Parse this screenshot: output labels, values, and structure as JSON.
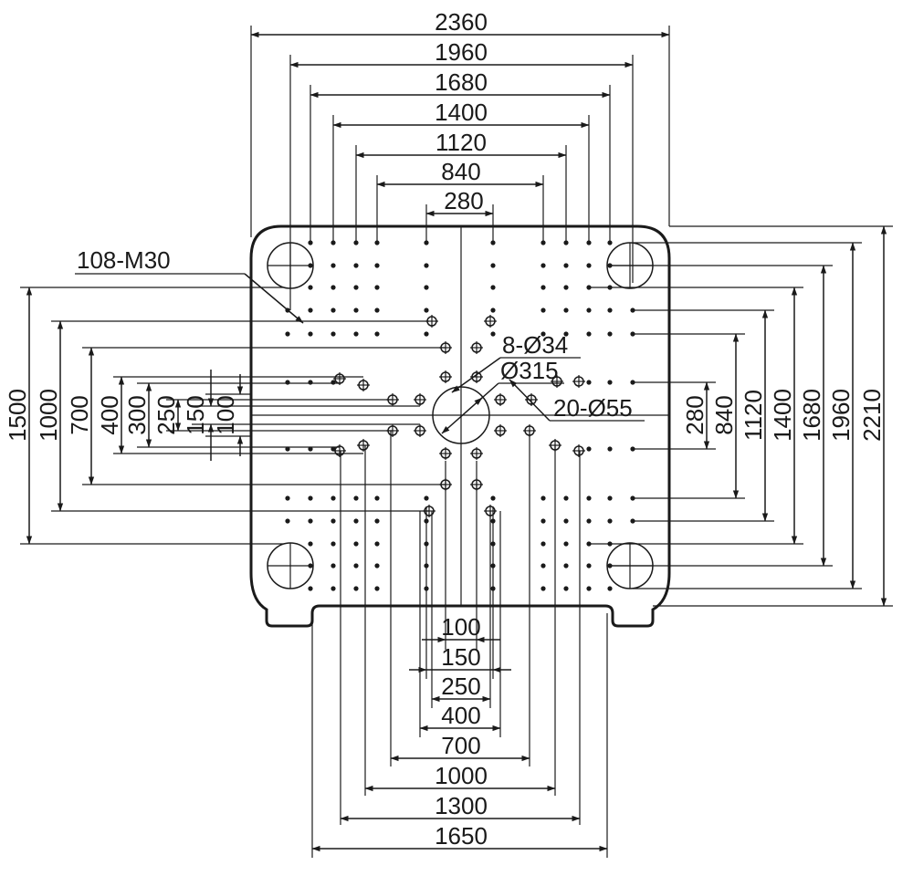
{
  "drawing": {
    "top_dims": [
      "2360",
      "1960",
      "1680",
      "1400",
      "1120",
      "840",
      "280"
    ],
    "bottom_dims": [
      "100",
      "150",
      "250",
      "400",
      "700",
      "1000",
      "1300",
      "1650"
    ],
    "left_dims": [
      "1500",
      "1000",
      "700",
      "400",
      "300",
      "250",
      "150",
      "100"
    ],
    "right_dims": [
      "280",
      "840",
      "1120",
      "1400",
      "1680",
      "1960",
      "2210"
    ],
    "callouts": {
      "tapped_holes": "108-M30",
      "bolt_holes": "8-Ø34",
      "center_hole": "Ø315",
      "ejector_holes": "20-Ø55"
    }
  }
}
